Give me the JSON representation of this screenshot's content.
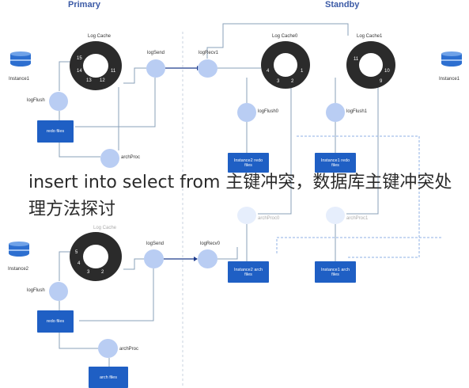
{
  "headers": {
    "primary": "Primary",
    "standby": "Standby"
  },
  "instances": {
    "inst1_left": "Instance1",
    "inst1_right": "Instance1",
    "inst2_left": "Instance2"
  },
  "labels": {
    "log_cache_top": "Log Cache",
    "log_send_top": "logSend",
    "log_recv1": "logRecv1",
    "log_cache0": "Log Cache0",
    "log_cache1": "Log Cache1",
    "log_flush_left_top": "logFlush",
    "log_flush0": "logFlush0",
    "log_flush1": "logFlush1",
    "arch_proc_top": "archProc",
    "arch_proc0": "archProc0",
    "arch_proc1": "archProc1",
    "log_cache_bottom": "Log Cache",
    "log_send_bottom": "logSend",
    "log_recv0": "logRecv0",
    "log_flush_left_bottom": "logFlush",
    "arch_proc_bottom": "archProc"
  },
  "files": {
    "redo_top": "redo files",
    "redo_bottom": "redo files",
    "arch_bottom": "arch files",
    "inst2_redo": "Instance2 redo files",
    "inst1_redo": "Instance1 redo files",
    "inst2_arch": "Instance2 arch files",
    "inst1_arch": "Instance1 arch files"
  },
  "rings": {
    "top_left": [
      "15",
      "14",
      "13",
      "12",
      "11"
    ],
    "cache0": [
      "4",
      "3",
      "2",
      "1"
    ],
    "cache1": [
      "11",
      "10",
      "9"
    ],
    "bottom_left": [
      "5",
      "4",
      "3",
      "2"
    ]
  },
  "overlay_title": "insert into select from 主键冲突，数据库主键冲突处理方法探讨",
  "colors": {
    "node": "#b9cdf3",
    "file": "#1f5fc4",
    "ring": "#2b2b2b",
    "line": "#8aa0b8",
    "dash": "#8fb0e6",
    "arrow": "#1f3c8c"
  }
}
